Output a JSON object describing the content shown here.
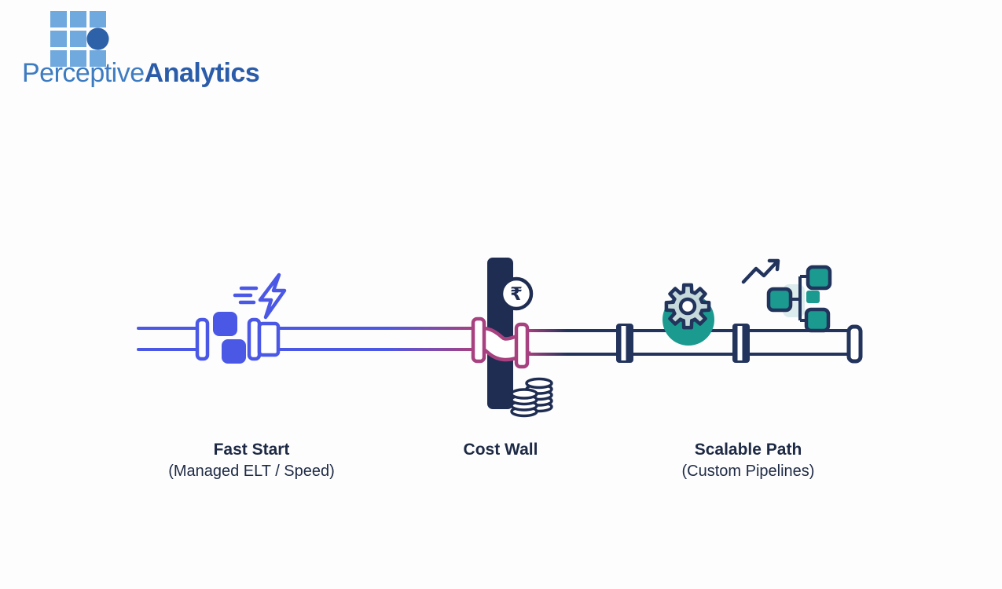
{
  "brand": {
    "name_regular": "Perceptive",
    "name_bold": "Analytics"
  },
  "diagram": {
    "stages": [
      {
        "id": "fast-start",
        "title": "Fast Start",
        "subtitle": "(Managed ELT / Speed)"
      },
      {
        "id": "cost-wall",
        "title": "Cost Wall",
        "subtitle": ""
      },
      {
        "id": "scalable-path",
        "title": "Scalable Path",
        "subtitle": "(Custom Pipelines)"
      }
    ],
    "currency_symbol": "₹",
    "icons": {
      "fast_start": "lightning-bolt-icon",
      "cost_wall": "rupee-coin-icon",
      "cost_wall_secondary": "coin-stack-icon",
      "scalable_path": "gear-icon",
      "scalable_path_secondary": "growth-arrow-icon",
      "scalable_path_tertiary": "flowchart-tree-icon"
    }
  },
  "colors": {
    "bg": "#fdfdfd",
    "blue": "#4b58e6",
    "magenta": "#a8417f",
    "navy": "#22335c",
    "wall_navy": "#1f2d52",
    "teal": "#1b9a90",
    "teal_light": "#c6dadb",
    "teal_pale": "#dcebec",
    "text_dark": "#1e2a45",
    "logo_square_blue": "#6fa9dd",
    "logo_circle_blue": "#2d61a8",
    "logo_text_light": "#3e7cc2",
    "logo_text_bold": "#2a5ca9"
  }
}
